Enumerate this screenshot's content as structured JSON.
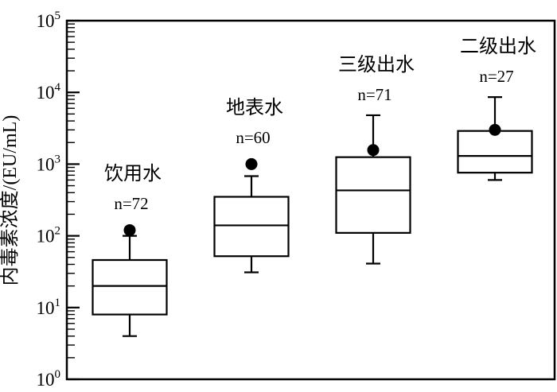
{
  "chart_data": {
    "type": "boxplot",
    "title": "",
    "xlabel": "",
    "ylabel": "内毒素浓度/(EU/mL)",
    "y_scale": "log",
    "ylim": [
      1,
      100000
    ],
    "y_tick_base": "10",
    "y_tick_exponents": [
      "0",
      "1",
      "2",
      "3",
      "4",
      "5"
    ],
    "grid": false,
    "legend": false,
    "colors": {
      "stroke": "#000000",
      "box_fill": "#ffffff",
      "background": "#ffffff",
      "outlier_fill": "#000000"
    },
    "groups": [
      {
        "label": "饮用水",
        "n_label": "n=72",
        "whisker_low": 4,
        "q1": 8,
        "median": 20,
        "q3": 46,
        "whisker_high": 100,
        "outlier": 120
      },
      {
        "label": "地表水",
        "n_label": "n=60",
        "whisker_low": 31,
        "q1": 52,
        "median": 140,
        "q3": 350,
        "whisker_high": 680,
        "outlier": 1000
      },
      {
        "label": "三级出水",
        "n_label": "n=71",
        "whisker_low": 41,
        "q1": 110,
        "median": 430,
        "q3": 1250,
        "whisker_high": 4800,
        "outlier": 1570
      },
      {
        "label": "二级出水",
        "n_label": "n=27",
        "whisker_low": 600,
        "q1": 760,
        "median": 1300,
        "q3": 2900,
        "whisker_high": 8600,
        "outlier": 3000
      }
    ]
  }
}
